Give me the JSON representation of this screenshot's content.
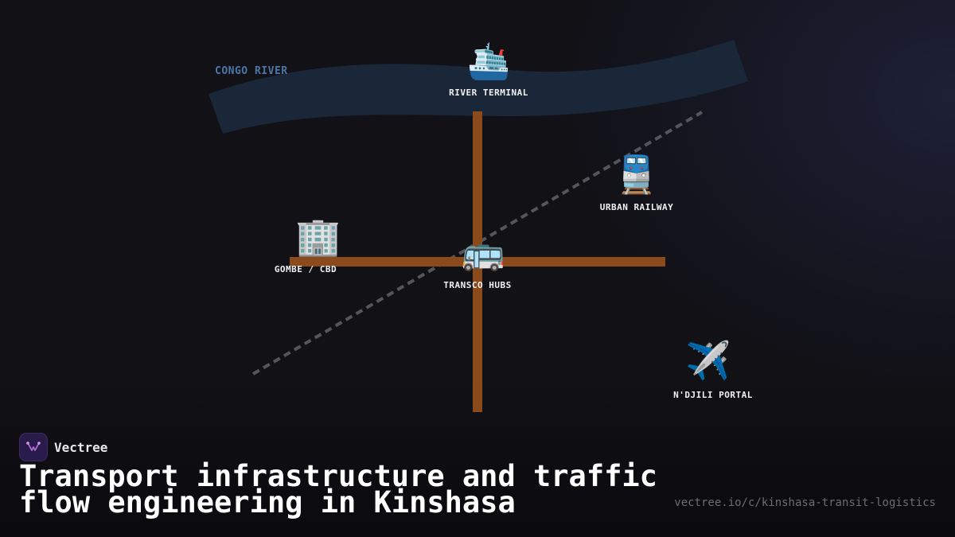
{
  "map": {
    "river_label": "CONGO RIVER",
    "colors": {
      "river": "#1a2738",
      "road": "#8b4a1c",
      "railway": "#55555a",
      "river_label": "#4a76a8"
    },
    "nodes": [
      {
        "id": "river-terminal",
        "icon": "ship-icon",
        "glyph": "🛳️",
        "label": "RIVER TERMINAL"
      },
      {
        "id": "urban-railway",
        "icon": "train-icon",
        "glyph": "🚆",
        "label": "URBAN RAILWAY"
      },
      {
        "id": "gombe-cbd",
        "icon": "office-building-icon",
        "glyph": "🏢",
        "label": "GOMBE / CBD"
      },
      {
        "id": "transco-hubs",
        "icon": "bus-icon",
        "glyph": "🚌",
        "label": "TRANSCO HUBS"
      },
      {
        "id": "ndjili-portal",
        "icon": "airplane-icon",
        "glyph": "✈️",
        "label": "N'DJILI PORTAL"
      }
    ]
  },
  "footer": {
    "brand_name": "Vectree",
    "brand_icon": "vectree-logo-icon",
    "title": "Transport infrastructure and traffic flow engineering in Kinshasa",
    "url": "vectree.io/c/kinshasa-transit-logistics"
  }
}
